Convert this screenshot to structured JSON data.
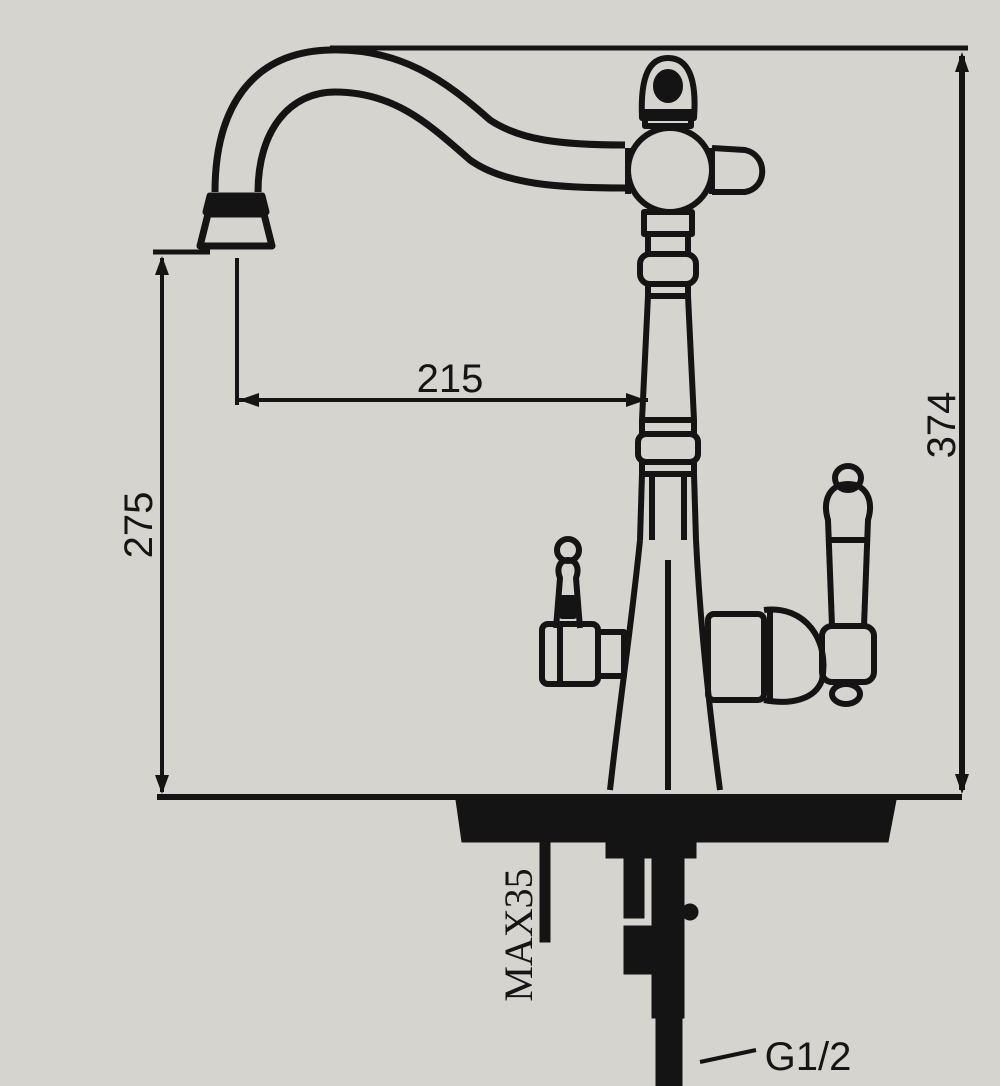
{
  "dimensions": {
    "spout_reach": "215",
    "spout_height": "275",
    "total_height": "374",
    "max_deck_thickness": "MAX35",
    "inlet_thread": "G1/2"
  }
}
